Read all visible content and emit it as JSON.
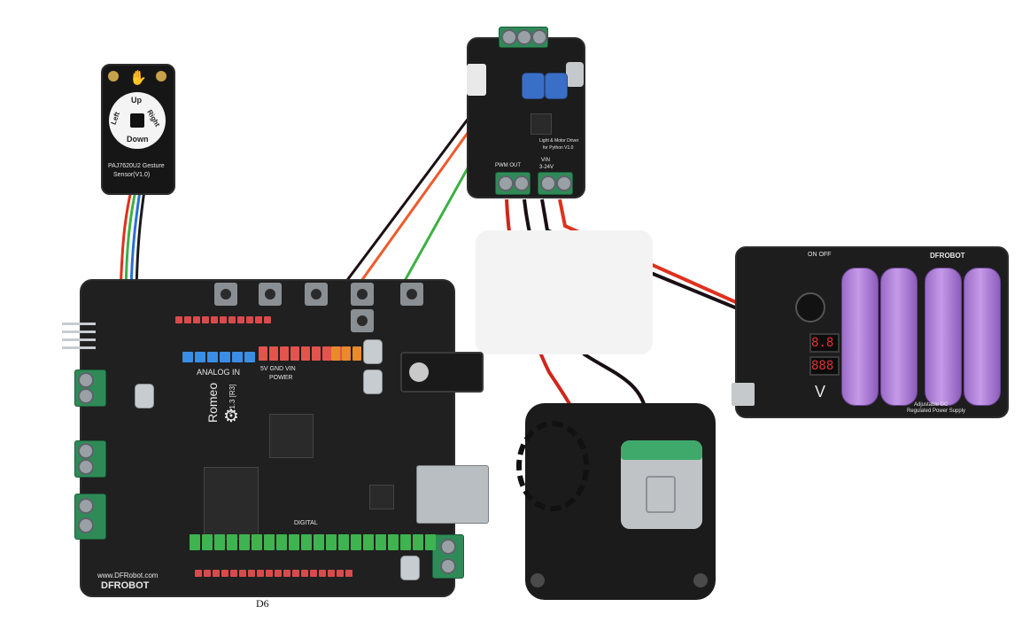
{
  "gesture_sensor": {
    "direction_labels": {
      "up": "Up",
      "right": "Right",
      "down": "Down",
      "left": "Left"
    },
    "model_line1": "PAJ7620U2 Gesture",
    "model_line2": "Sensor(V1.0)"
  },
  "romeo_board": {
    "name": "Romeo",
    "version": "V1.3 [R3]",
    "brand": "DFROBOT",
    "website": "www.DFRobot.com",
    "section_labels": {
      "analog_in": "ANALOG IN",
      "power": "POWER",
      "digital": "DIGITAL"
    },
    "power_pins": "5V GND VIN"
  },
  "motor_driver": {
    "label_line1": "Light & Motor Driver",
    "label_line2": "for Python V1.0",
    "terminal_pwm": "PWM OUT",
    "terminal_vin": "VIN",
    "vin_range": "3-24V"
  },
  "power_supply": {
    "brand": "DFROBOT",
    "label_line1": "Adjustable DC",
    "label_line2": "Regulated Power Supply",
    "on_off": "ON OFF",
    "unit": "V",
    "display1": "8.8",
    "display2": "888"
  },
  "annotation": {
    "pin_label": "D6"
  },
  "wire_colors": {
    "red": "#e0301e",
    "black": "#1a0f14",
    "green": "#3cb043",
    "orange": "#f05a2a"
  }
}
